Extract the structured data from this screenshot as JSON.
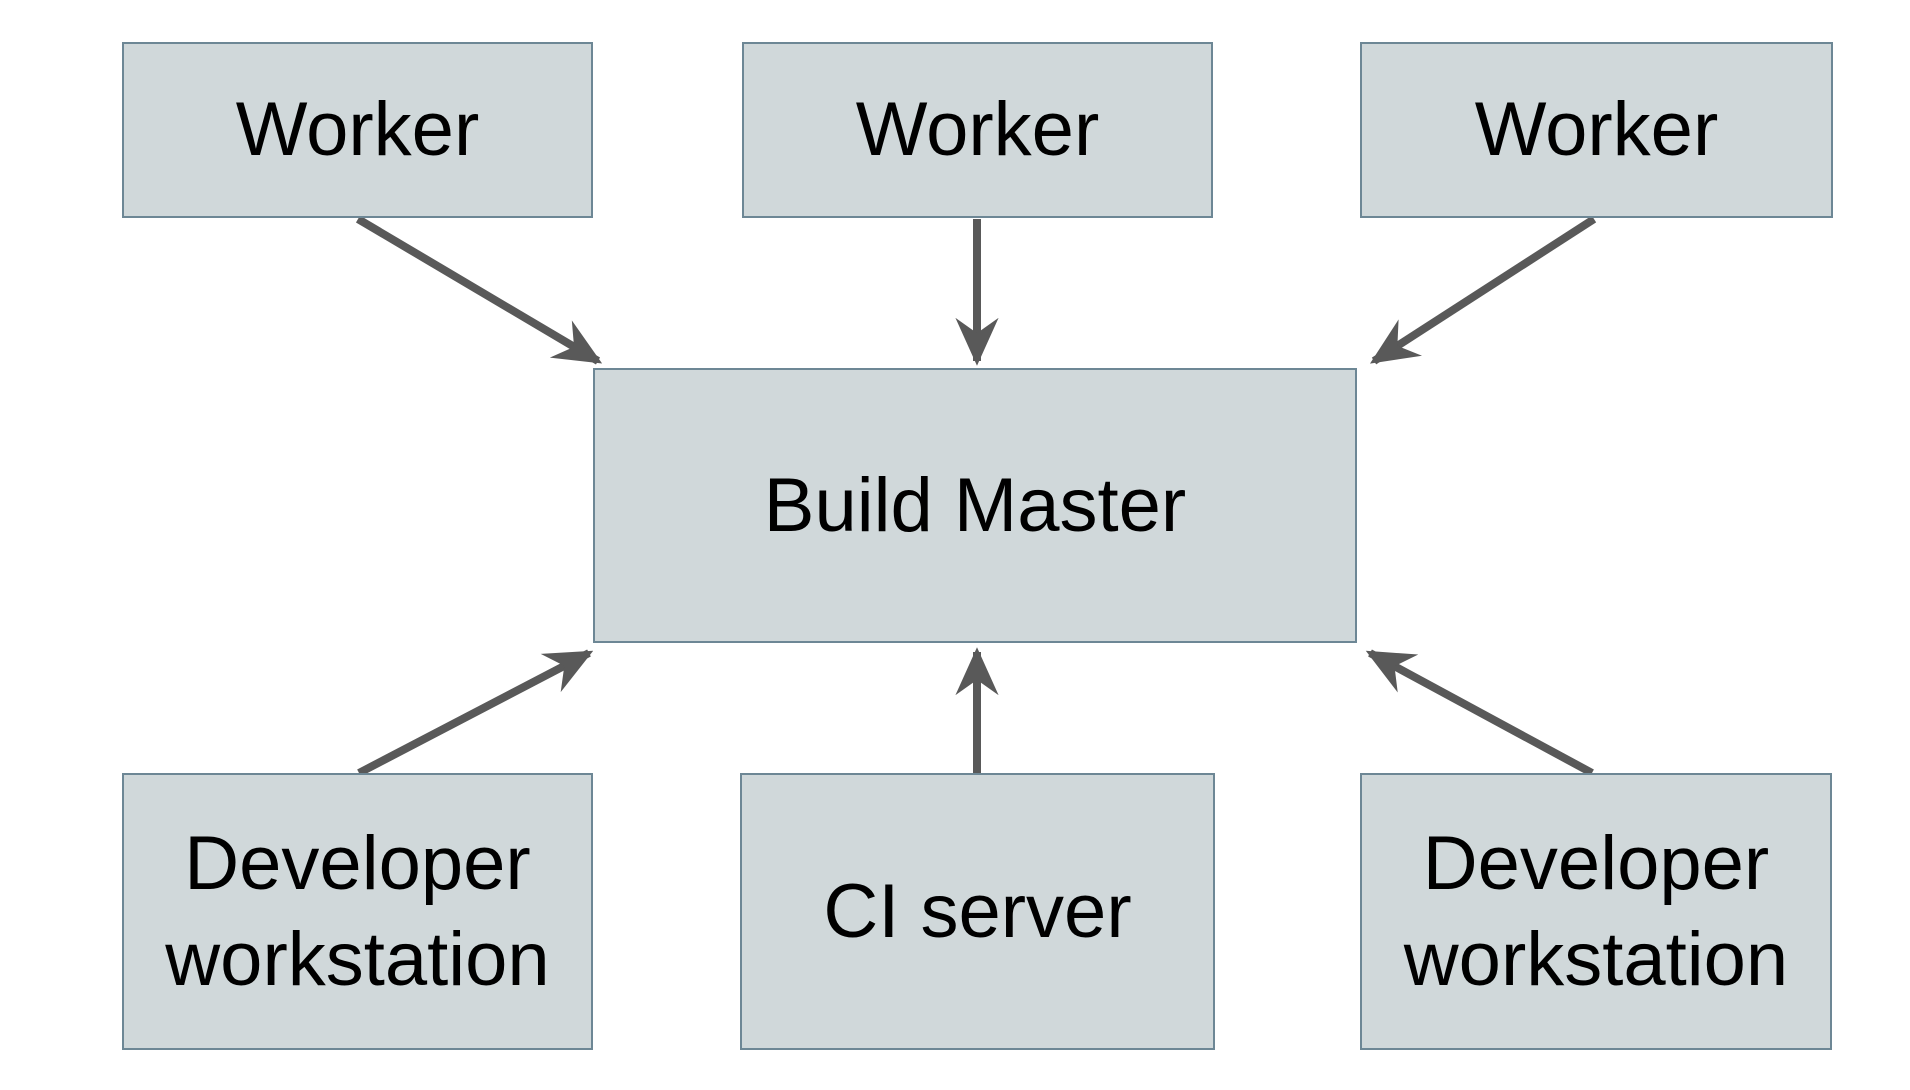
{
  "diagram": {
    "colors": {
      "node_fill": "#d0d8da",
      "node_border": "#6d8795",
      "arrow": "#595959",
      "text": "#000000",
      "background": "#ffffff"
    },
    "nodes": {
      "worker_left": {
        "label": "Worker"
      },
      "worker_center": {
        "label": "Worker"
      },
      "worker_right": {
        "label": "Worker"
      },
      "build_master": {
        "label": "Build Master"
      },
      "dev_workstation_left": {
        "label": "Developer workstation"
      },
      "ci_server": {
        "label": "CI server"
      },
      "dev_workstation_right": {
        "label": "Developer workstation"
      }
    },
    "edges": [
      {
        "from": "worker_left",
        "to": "build_master"
      },
      {
        "from": "worker_center",
        "to": "build_master"
      },
      {
        "from": "worker_right",
        "to": "build_master"
      },
      {
        "from": "dev_workstation_left",
        "to": "build_master"
      },
      {
        "from": "ci_server",
        "to": "build_master"
      },
      {
        "from": "dev_workstation_right",
        "to": "build_master"
      }
    ]
  }
}
